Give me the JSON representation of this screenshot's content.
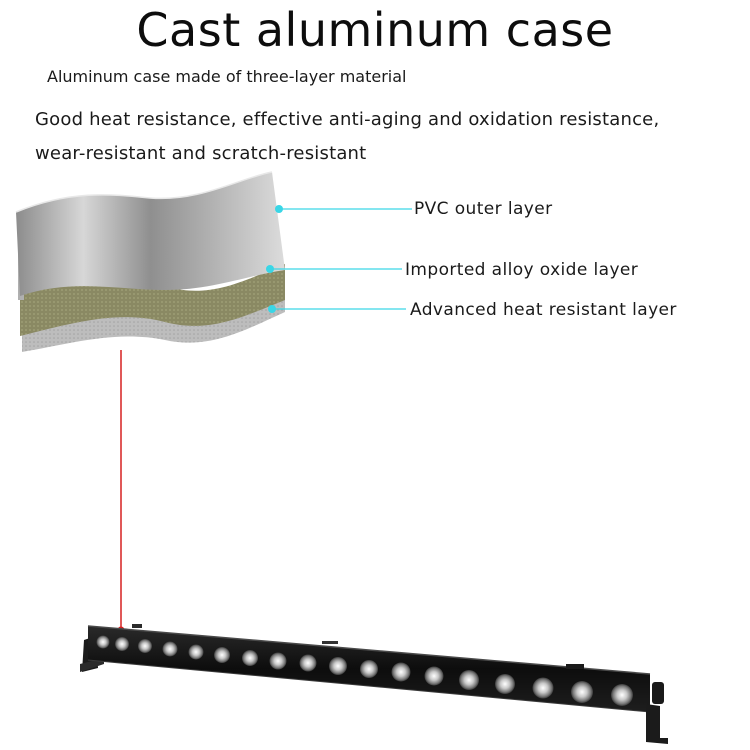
{
  "title": "Cast aluminum case",
  "subtitle": "Aluminum case made of three-layer material",
  "features": {
    "line1": "Good heat resistance, effective anti-aging and oxidation resistance,",
    "line2": "wear-resistant and scratch-resistant"
  },
  "layers": {
    "pvc": "PVC outer layer",
    "alloy": "Imported alloy oxide layer",
    "heat": "Advanced heat resistant layer"
  },
  "colors": {
    "callout": "#3ad6e6",
    "pointer": "#d62020",
    "alloy_layer": "#8d8c66",
    "metal_layer": "#9a9a9a"
  }
}
